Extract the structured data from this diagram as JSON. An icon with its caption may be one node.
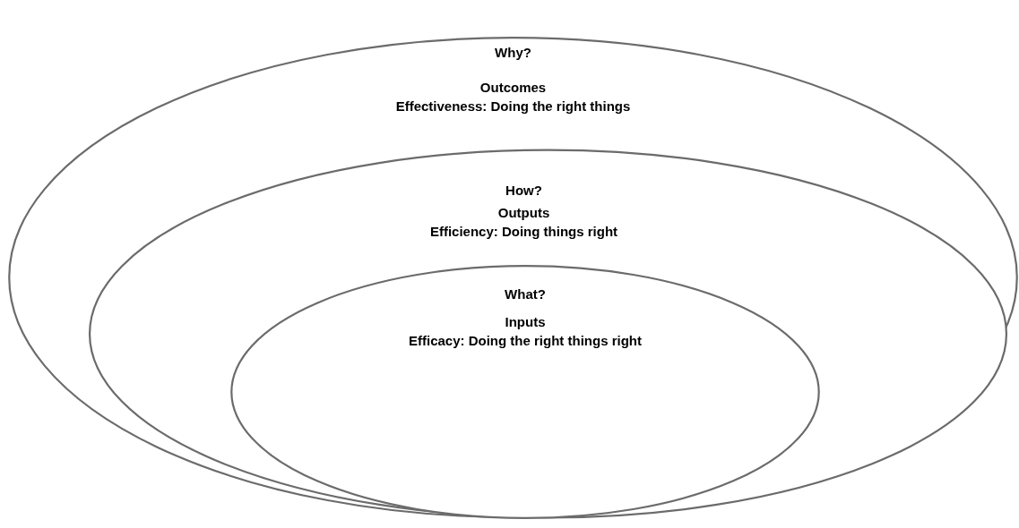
{
  "diagram": {
    "nodes": [
      {
        "text": [
          "Why?",
          "Outcomes",
          "Effectiveness: Doing the right things"
        ]
      },
      {
        "text": [
          "How?",
          "Outputs",
          "Efficiency: Doing things right"
        ],
        "in": 0
      },
      {
        "text": [
          "What?",
          "Inputs",
          "Efficacy: Doing the right things right"
        ],
        "in": 1
      }
    ]
  }
}
